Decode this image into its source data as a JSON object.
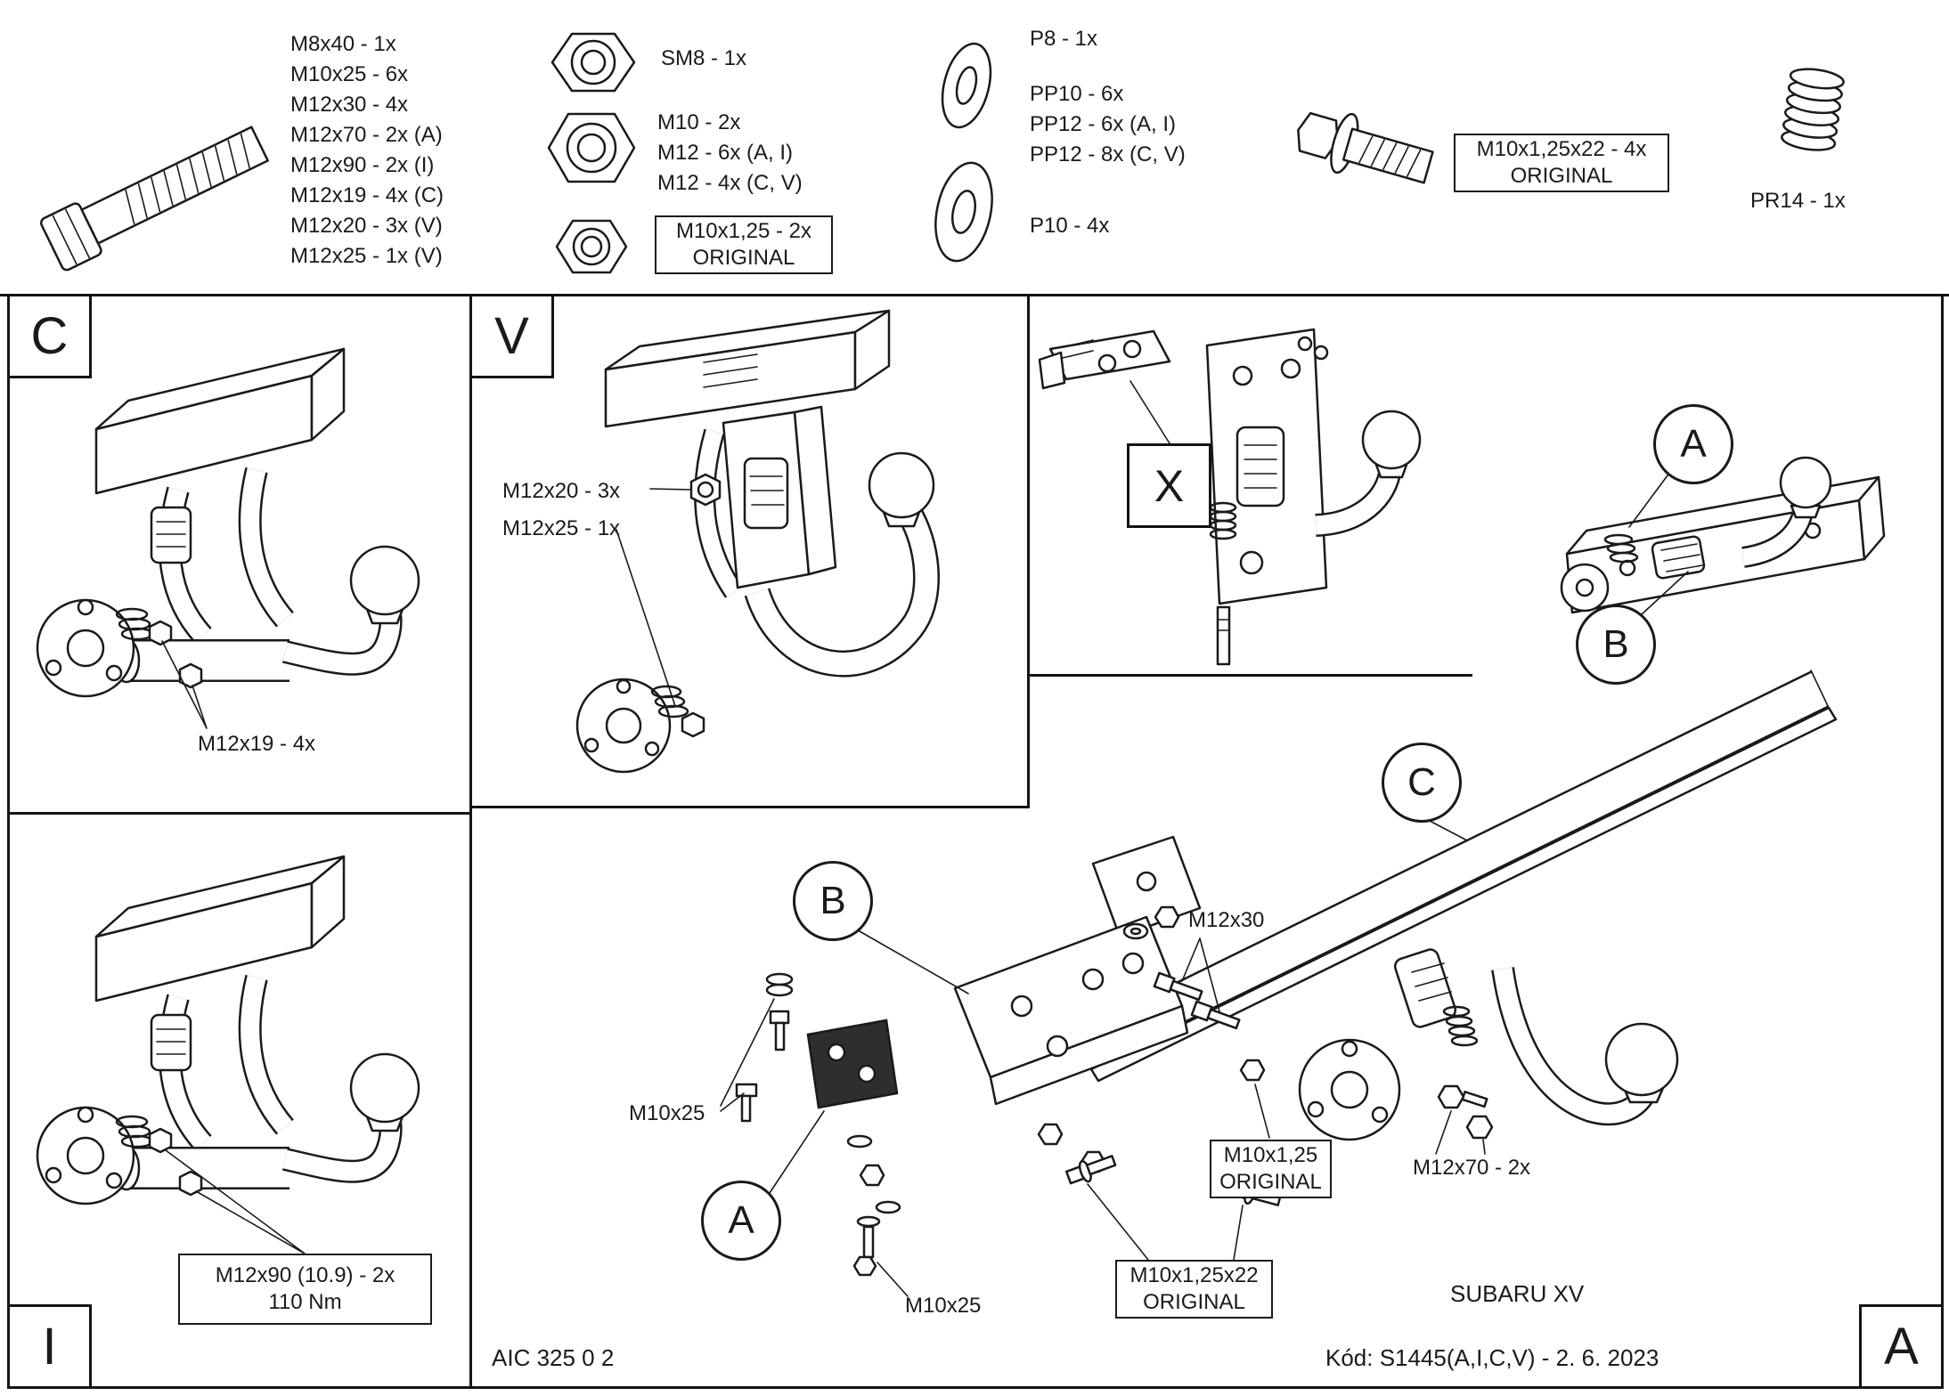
{
  "header": {
    "bolt_labels": [
      "M8x40 - 1x",
      "M10x25 - 6x",
      "M12x30 - 4x",
      "M12x70 - 2x (A)",
      "M12x90 - 2x (I)",
      "M12x19 - 4x (C)",
      "M12x20 - 3x (V)",
      "M12x25 - 1x (V)"
    ],
    "nut_sm8_label": "SM8 - 1x",
    "nut_labels": [
      "M10 - 2x",
      "M12 - 6x (A, I)",
      "M12 - 4x (C, V)"
    ],
    "nut_original_line1": "M10x1,25 - 2x",
    "nut_original_line2": "ORIGINAL",
    "washer_p8_label": "P8 - 1x",
    "washer_labels": [
      "PP10 - 6x",
      "PP12 - 6x (A, I)",
      "PP12 - 8x (C, V)"
    ],
    "washer_p10_label": "P10 - 4x",
    "flange_bolt_line1": "M10x1,25x22 - 4x",
    "flange_bolt_line2": "ORIGINAL",
    "spring_label": "PR14 - 1x"
  },
  "panel_c": {
    "letter": "C",
    "bolt_label": "M12x19 - 4x"
  },
  "panel_v": {
    "letter": "V",
    "label1": "M12x20 - 3x",
    "label2": "M12x25 - 1x"
  },
  "panel_i": {
    "letter": "I",
    "torque_line1": "M12x90 (10.9) - 2x",
    "torque_line2": "110 Nm"
  },
  "panel_x": {
    "letter": "X"
  },
  "callouts": {
    "a": "A",
    "b": "B",
    "c": "C"
  },
  "main": {
    "m12x30": "M12x30",
    "m10x25_left": "M10x25",
    "m10x25_bottom": "M10x25",
    "m12x70": "M12x70 - 2x",
    "orig_nut_line1": "M10x1,25",
    "orig_nut_line2": "ORIGINAL",
    "orig_bolt_line1": "M10x1,25x22",
    "orig_bolt_line2": "ORIGINAL"
  },
  "footer": {
    "doc_code": "AIC 325 0 2",
    "vehicle": "SUBARU XV",
    "kod": "Kód: S1445(A,I,C,V) - 2. 6. 2023",
    "sheet_letter": "A"
  }
}
